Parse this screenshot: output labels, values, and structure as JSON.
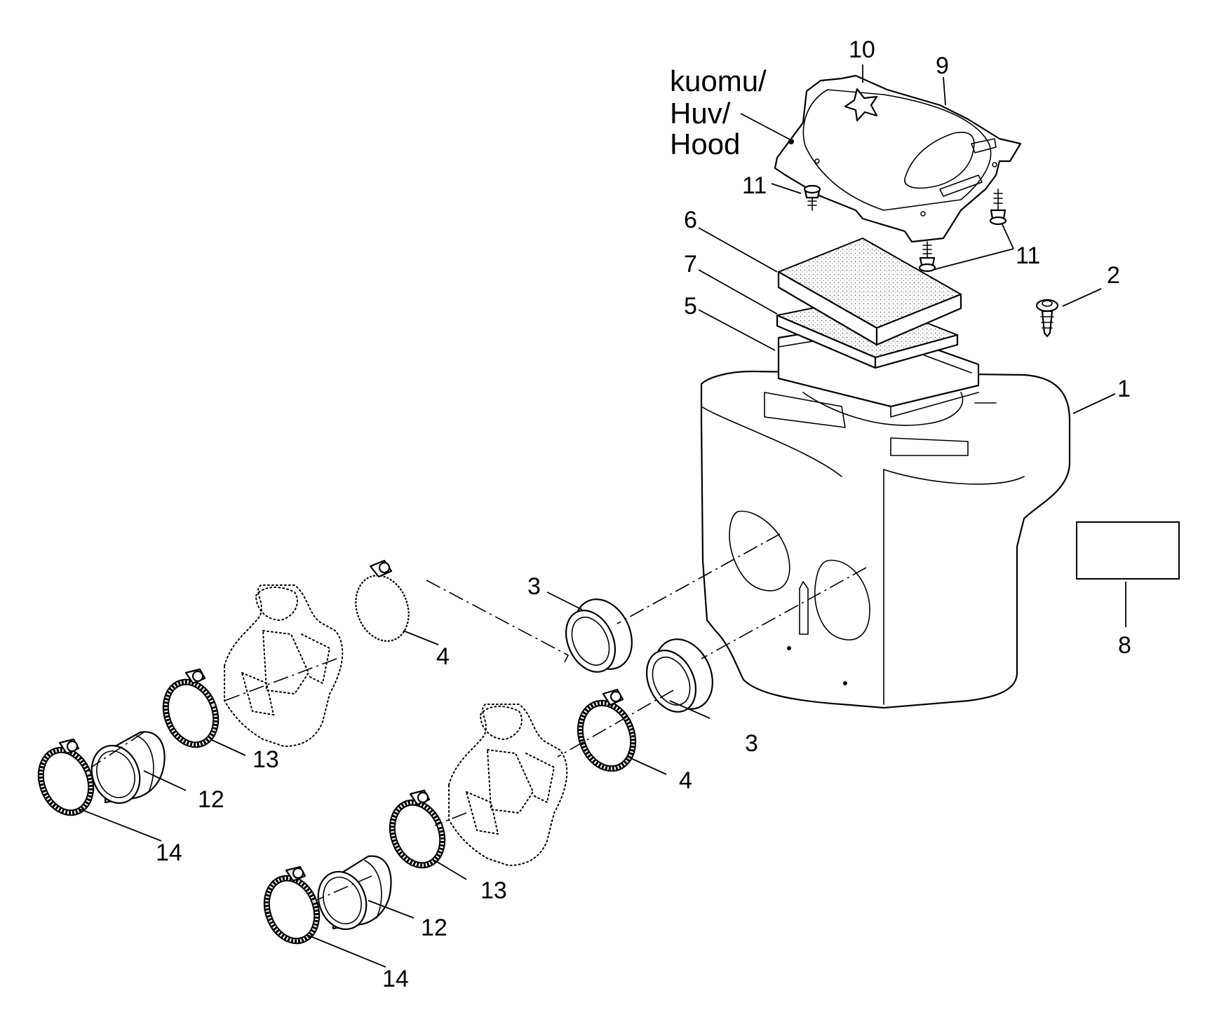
{
  "hood_label": {
    "line1": "kuomu/",
    "line2": "Huv/",
    "line3": "Hood"
  },
  "callouts": {
    "c1": "1",
    "c2": "2",
    "c3a": "3",
    "c3b": "3",
    "c4a": "4",
    "c4b": "4",
    "c5": "5",
    "c6": "6",
    "c7": "7",
    "c8": "8",
    "c9": "9",
    "c10": "10",
    "c11a": "11",
    "c11b": "11",
    "c12a": "12",
    "c12b": "12",
    "c13a": "13",
    "c13b": "13",
    "c14a": "14",
    "c14b": "14"
  }
}
